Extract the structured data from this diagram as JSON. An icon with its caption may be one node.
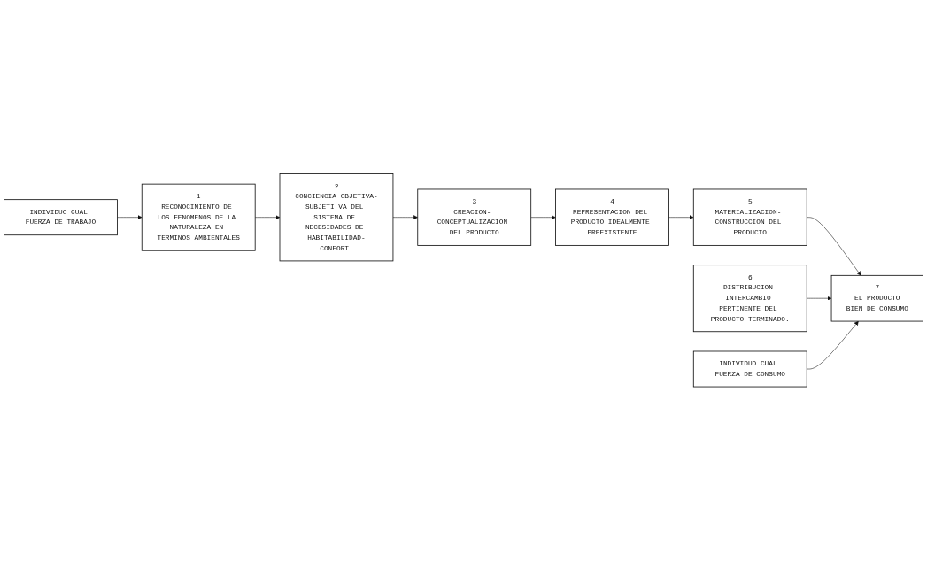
{
  "diagram": {
    "nodes": [
      {
        "text": [
          "INDIVIDUO CUAL FUERZA DE TRABAJO"
        ]
      },
      {
        "text": [
          "INDIVIDUO CUAL FUERZA DE CONSUMO"
        ]
      },
      {
        "text": [
          "1",
          "RECONOCIMIENTO DE LOS FENOMENOS DE LA NATURALEZA EN TERMINOS AMBIENTALES"
        ]
      },
      {
        "text": [
          "2",
          "CONCIENCIA OBJETIVA-SUBJETI VA DEL SISTEMA DE NECESIDADES DE HABITABILIDAD-CONFORT."
        ]
      },
      {
        "text": [
          "3",
          "CREACION- CONCEPTUALIZACION DEL PRODUCTO"
        ]
      },
      {
        "text": [
          "4",
          "REPRESENTACION DEL PRODUCTO IDEALMENTE PREEXISTENTE"
        ]
      },
      {
        "text": [
          "5",
          "MATERIALIZACION- CONSTRUCCION DEL PRODUCTO"
        ]
      },
      {
        "text": [
          "7",
          "EL PRODUCTO",
          "BIEN DE CONSUMO"
        ]
      },
      {
        "text": [
          "6",
          "DISTRIBUCION INTERCAMBIO PERTINENTE DEL PRODUCTO TERMINADO."
        ]
      }
    ],
    "edges": [
      {
        "from": 0,
        "to": 2,
        "arrow": "to"
      },
      {
        "from": 2,
        "to": 3,
        "arrow": "to"
      },
      {
        "from": 3,
        "to": 4,
        "arrow": "to"
      },
      {
        "from": 4,
        "to": 5,
        "arrow": "to"
      },
      {
        "from": 5,
        "to": 6,
        "arrow": "to"
      },
      {
        "from": 6,
        "to": 7,
        "arrow": "to"
      },
      {
        "from": 8,
        "to": 7,
        "arrow": "to"
      },
      {
        "from": 1,
        "to": 7,
        "arrow": "to"
      }
    ]
  }
}
